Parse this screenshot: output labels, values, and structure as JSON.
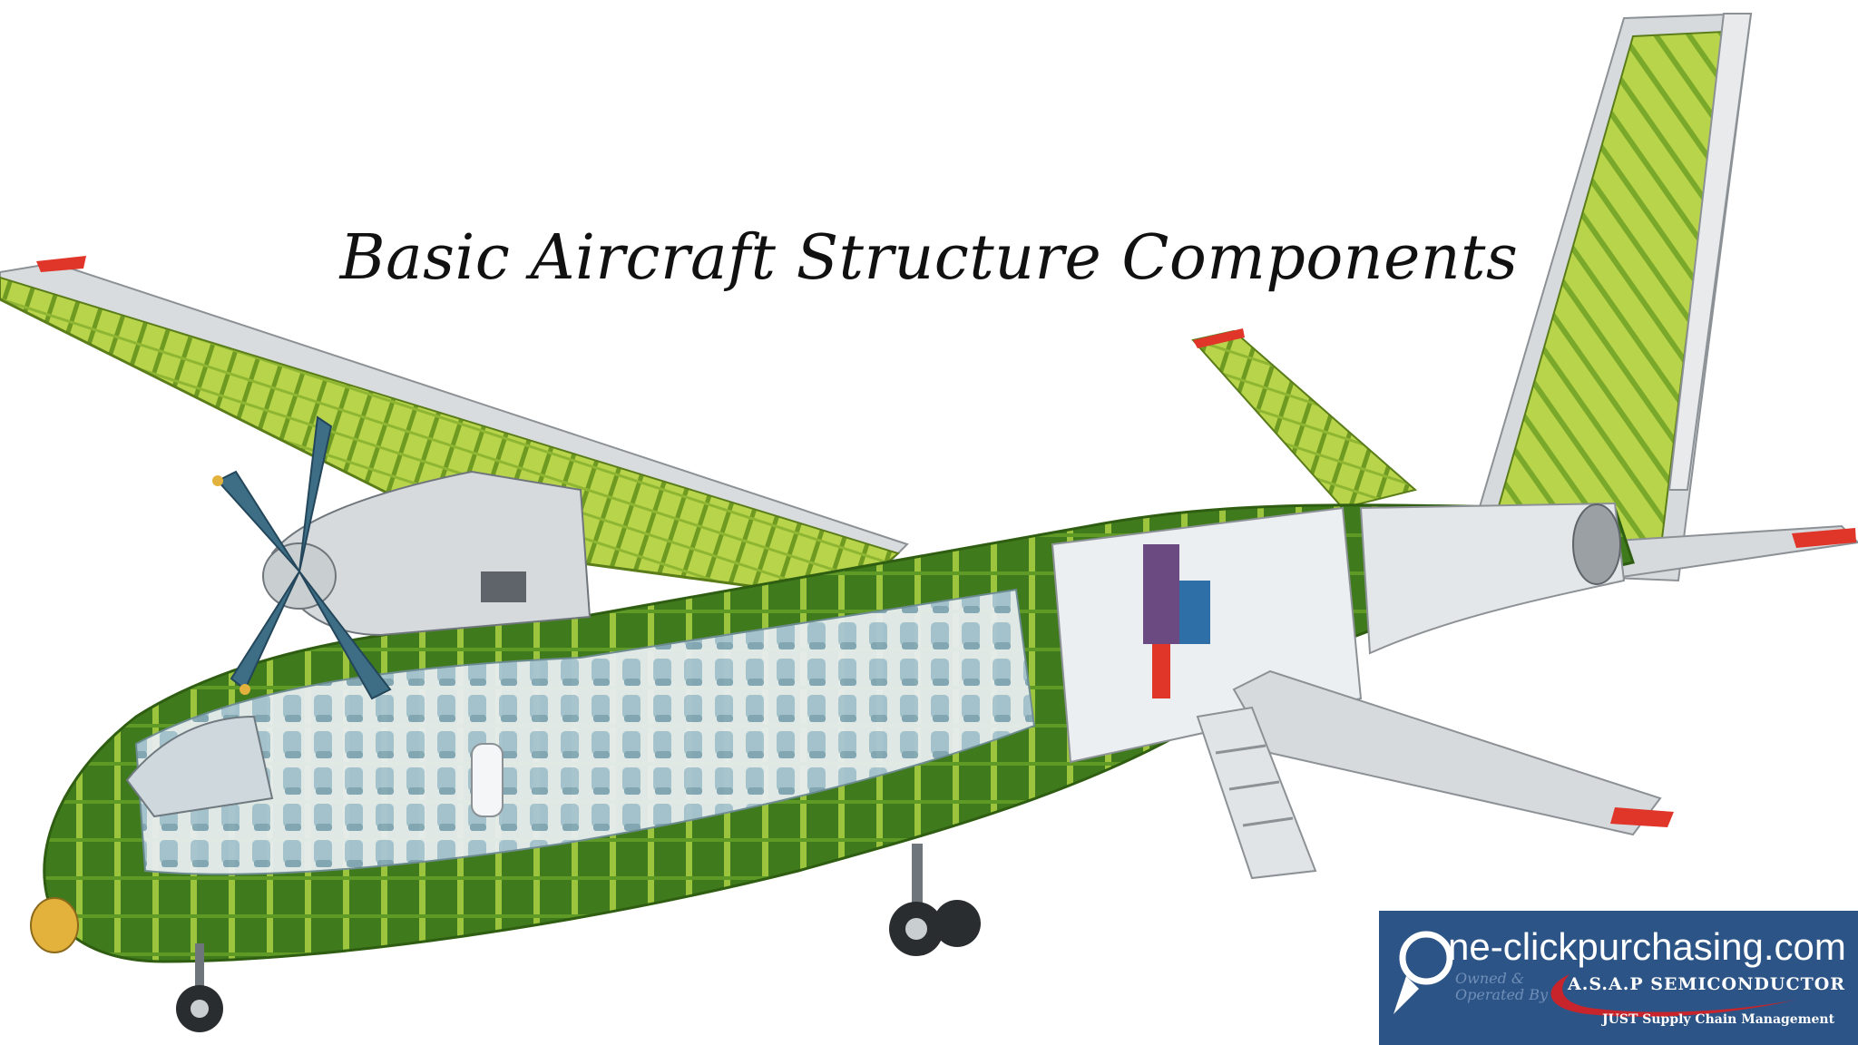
{
  "slide": {
    "title": "Basic Aircraft Structure Components"
  },
  "illustration": {
    "subject": "cutaway-turboprop-aircraft",
    "colors": {
      "frame_green": "#7aa82a",
      "skin_lime": "#b8d44a",
      "dark_green": "#3f7a1c",
      "metal_grey": "#d7dadd",
      "seat_blue": "#a9c6d6",
      "propeller_blue": "#3d6e86",
      "tip_red": "#e0362a",
      "accent_yellow": "#e3b23c"
    }
  },
  "logo": {
    "domain": "ne-clickpurchasing.com",
    "owned_by": "Owned &\nOperated By",
    "company": "A.S.A.P SEMICONDUCTOR",
    "tagline": "JUST Supply Chain Management",
    "background": "#2c5486",
    "accent": "#c8242c"
  }
}
